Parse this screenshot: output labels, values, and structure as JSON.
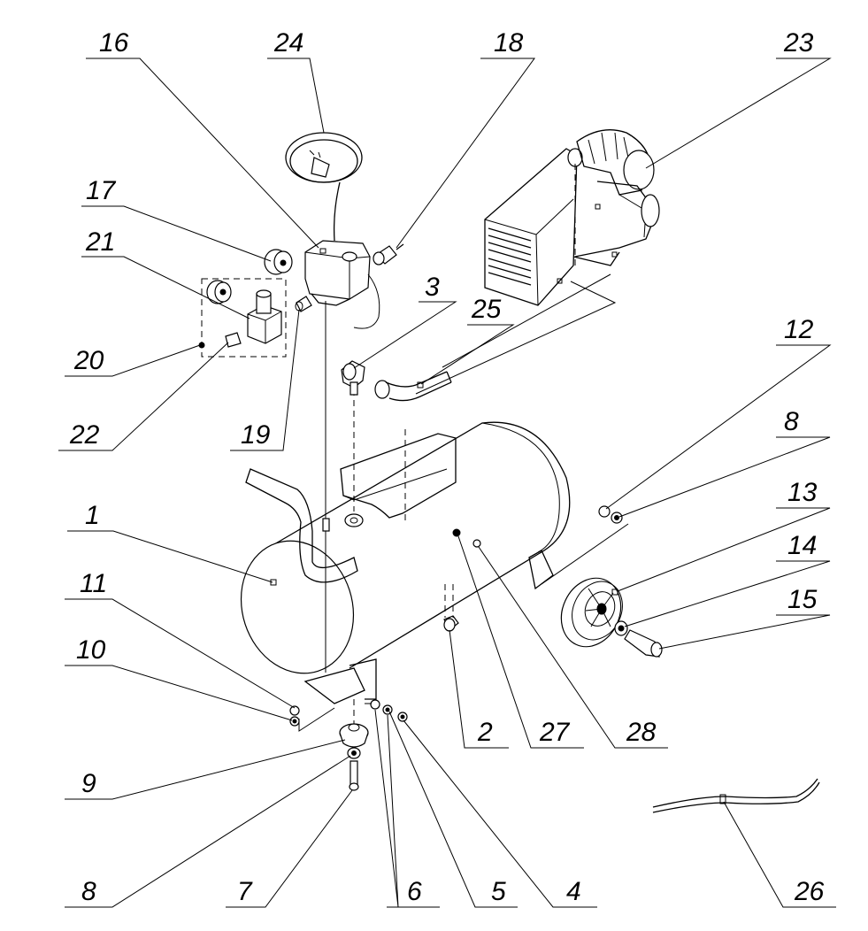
{
  "labels": {
    "l1": "1",
    "l2": "2",
    "l3": "3",
    "l4": "4",
    "l5": "5",
    "l6": "6",
    "l7": "7",
    "l8a": "8",
    "l8b": "8",
    "l9": "9",
    "l10": "10",
    "l11": "11",
    "l12": "12",
    "l13": "13",
    "l14": "14",
    "l15": "15",
    "l16": "16",
    "l17": "17",
    "l18": "18",
    "l19": "19",
    "l20": "20",
    "l21": "21",
    "l22": "22",
    "l23": "23",
    "l24": "24",
    "l25": "25",
    "l26": "26",
    "l27": "27",
    "l28": "28"
  }
}
